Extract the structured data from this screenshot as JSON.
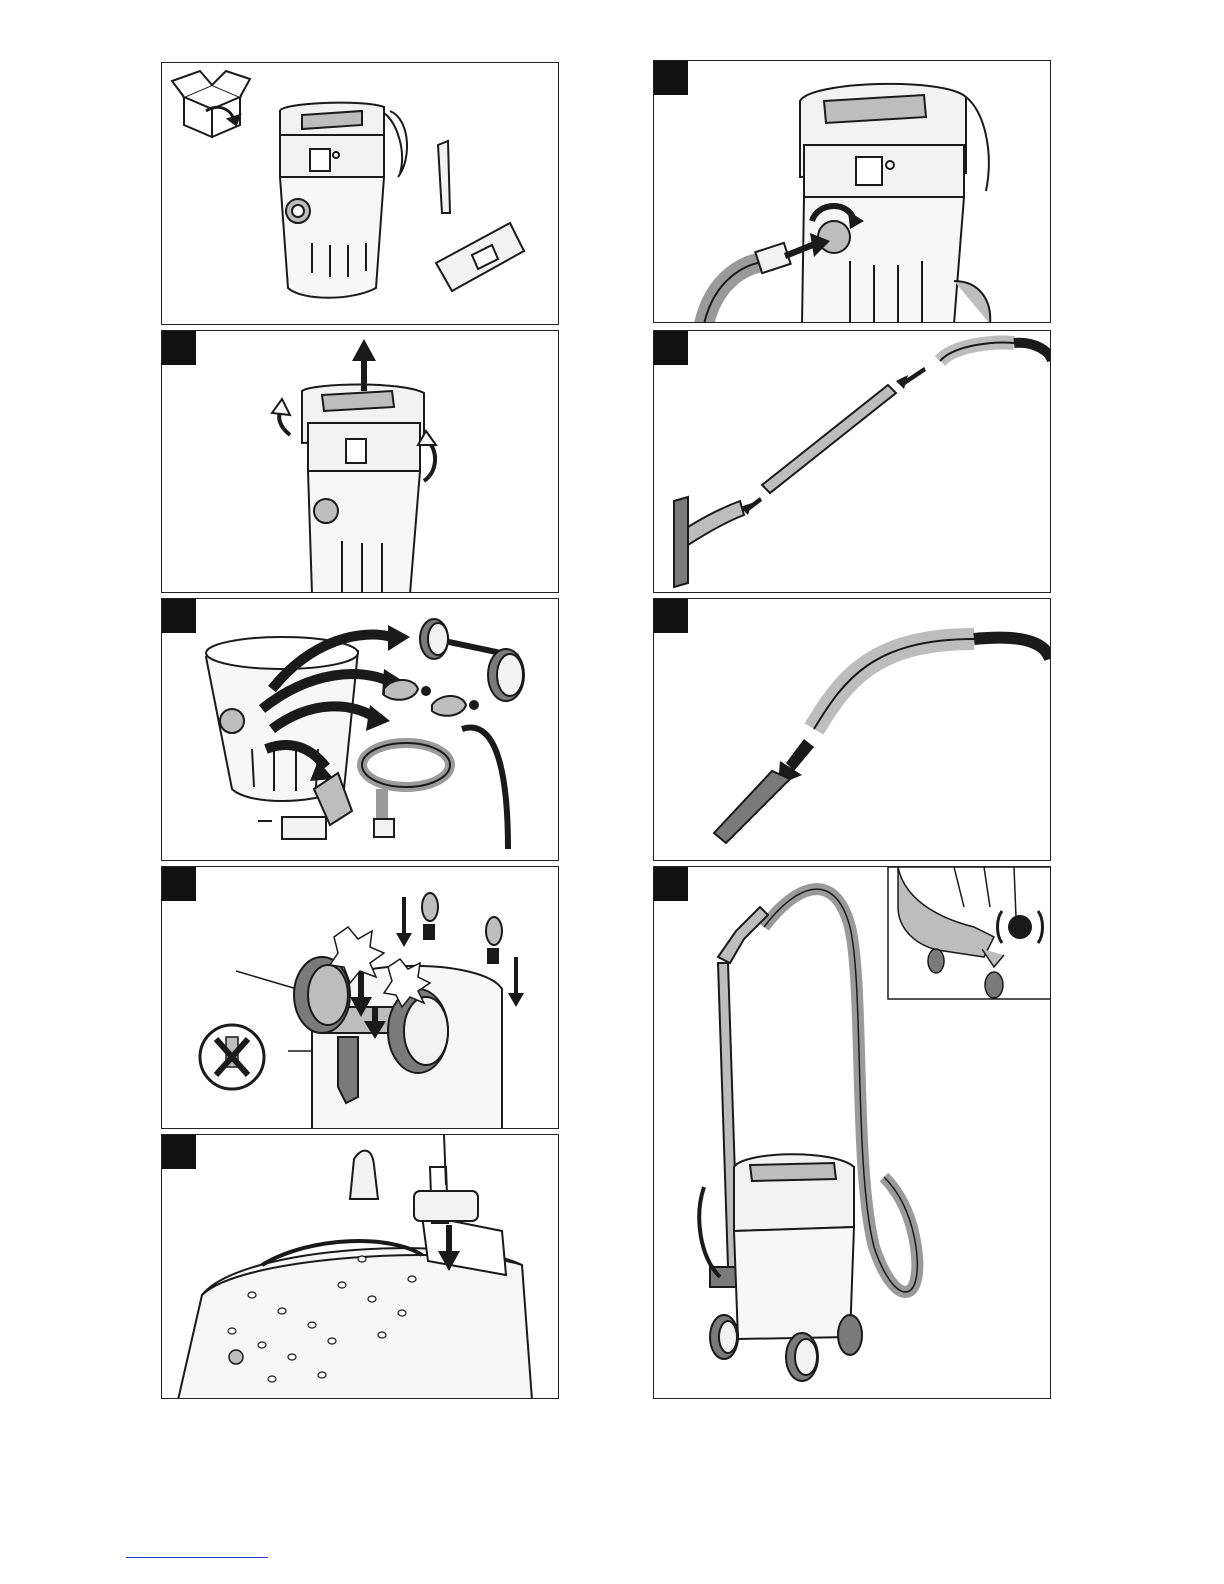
{
  "document": {
    "type": "assembly illustration sheet",
    "panels": [
      {
        "id": "unpack",
        "icon": "unbox-icon",
        "has_step_badge": false
      },
      {
        "id": "remove-lid",
        "has_step_badge": true
      },
      {
        "id": "parts",
        "has_step_badge": true
      },
      {
        "id": "castors-wheels",
        "has_step_badge": true
      },
      {
        "id": "holder",
        "has_step_badge": true
      },
      {
        "id": "hose-connect",
        "has_step_badge": true
      },
      {
        "id": "tube-assembly",
        "has_step_badge": true
      },
      {
        "id": "crevice-nozzle",
        "has_step_badge": true
      },
      {
        "id": "assembled",
        "has_step_badge": true
      }
    ]
  },
  "colors": {
    "line": "#1a1a1a",
    "fill_light": "#f2f2f2",
    "fill_gray": "#bdbdbd",
    "fill_dark": "#7a7a7a",
    "footer_link": "#2b3bd6"
  }
}
